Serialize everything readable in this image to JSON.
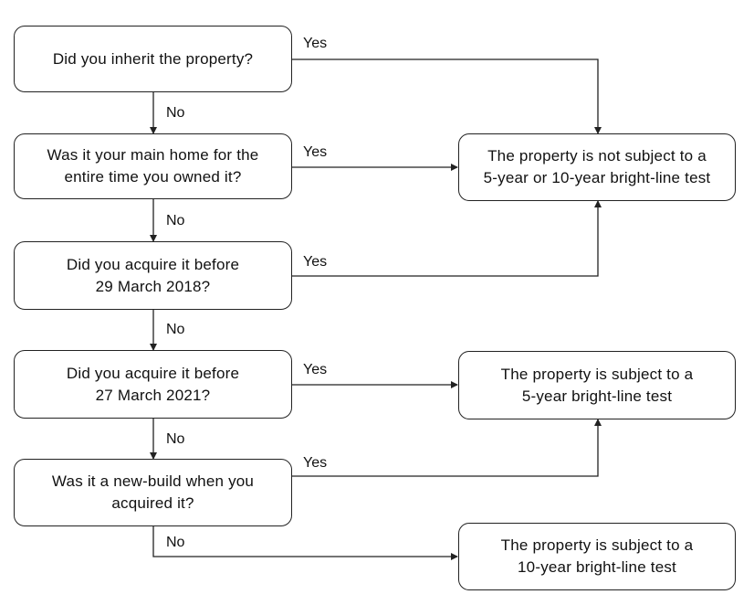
{
  "questions": [
    {
      "text": "Did you inherit the property?"
    },
    {
      "text": "Was it your main home for the\nentire time you owned it?"
    },
    {
      "text": "Did you acquire it before\n29 March 2018?"
    },
    {
      "text": "Did you acquire it before\n27 March 2021?"
    },
    {
      "text": "Was it a new-build when you\nacquired it?"
    }
  ],
  "outcomes": [
    {
      "text": "The property is not subject to a\n5-year or 10-year bright-line test"
    },
    {
      "text": "The property is subject to a\n5-year bright-line test"
    },
    {
      "text": "The property is subject to a\n10-year bright-line test"
    }
  ],
  "edge_labels": {
    "yes": "Yes",
    "no": "No"
  }
}
